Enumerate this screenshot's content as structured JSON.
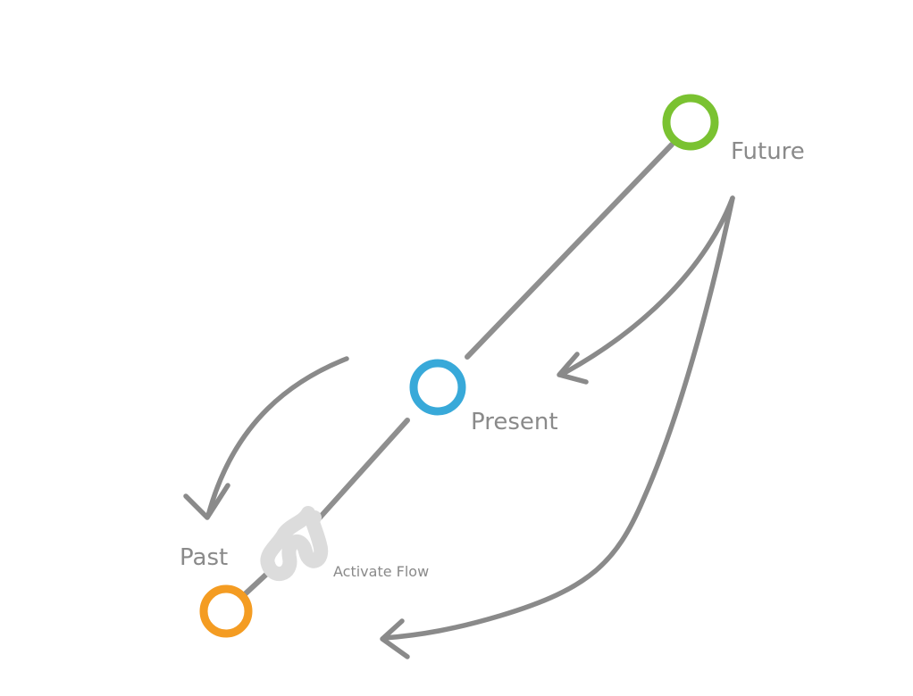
{
  "nodes": {
    "future": {
      "label": "Future",
      "color": "#7ac231"
    },
    "present": {
      "label": "Present",
      "color": "#38a9d9"
    },
    "past": {
      "label": "Past",
      "color": "#f49c22"
    }
  },
  "spring": {
    "label": "Activate Flow",
    "color": "#dcdcdc"
  },
  "line_color": "#8f8f8f"
}
